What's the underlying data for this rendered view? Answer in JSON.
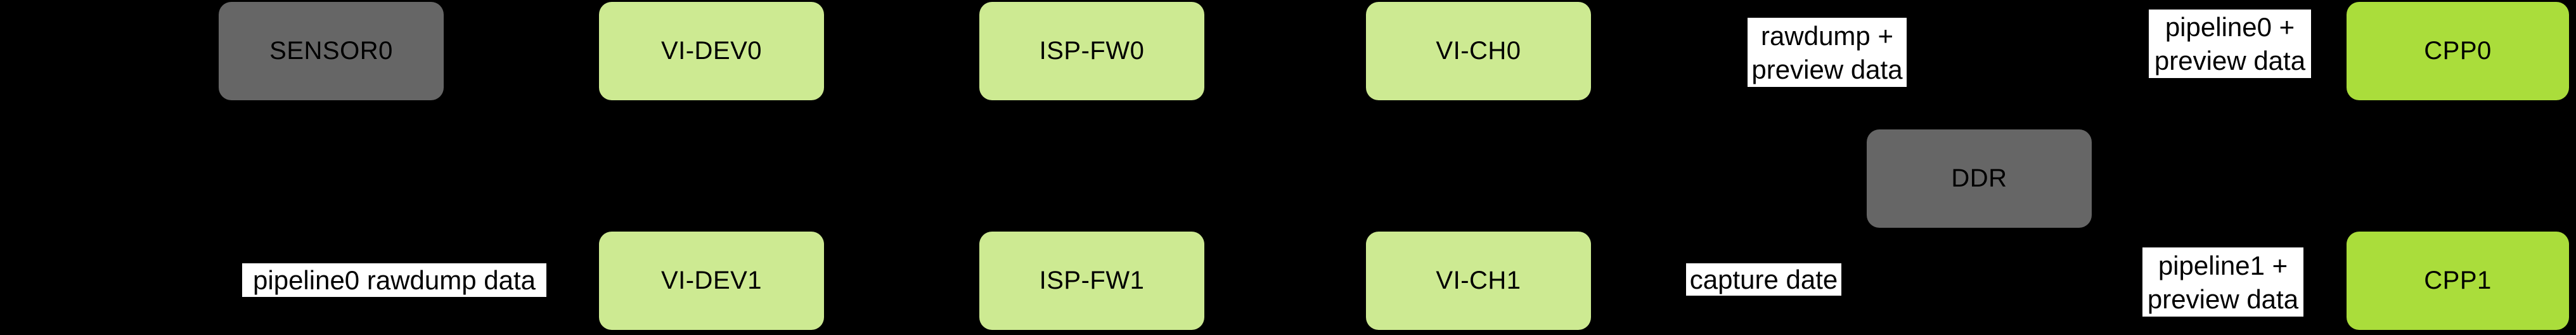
{
  "diagram": {
    "colors": {
      "background": "#000000",
      "node_gray": "#666666",
      "node_light_green": "#cdea92",
      "node_bright_green": "#aadd3b",
      "label_background": "#ffffff",
      "text": "#000000"
    },
    "nodes": {
      "sensor0": {
        "label": "SENSOR0"
      },
      "vi_dev0": {
        "label": "VI-DEV0"
      },
      "isp_fw0": {
        "label": "ISP-FW0"
      },
      "vi_ch0": {
        "label": "VI-CH0"
      },
      "cpp0": {
        "label": "CPP0"
      },
      "ddr": {
        "label": "DDR"
      },
      "vi_dev1": {
        "label": "VI-DEV1"
      },
      "isp_fw1": {
        "label": "ISP-FW1"
      },
      "vi_ch1": {
        "label": "VI-CH1"
      },
      "cpp1": {
        "label": "CPP1"
      }
    },
    "flow_labels": {
      "rawdump_preview": {
        "line1": "rawdump +",
        "line2": "preview data"
      },
      "pipeline0_preview": {
        "line1": "pipeline0 +",
        "line2": "preview data"
      },
      "pipeline0_rawdump": {
        "line1": "pipeline0 rawdump data"
      },
      "capture_date": {
        "line1": "capture date"
      },
      "pipeline1_preview": {
        "line1": "pipeline1 +",
        "line2": "preview data"
      }
    }
  }
}
